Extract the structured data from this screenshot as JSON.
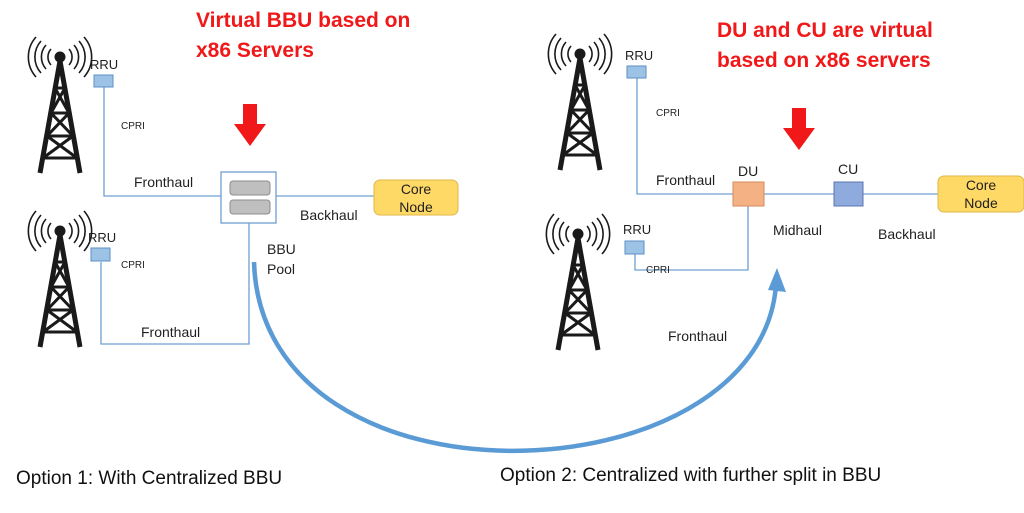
{
  "option1": {
    "title_line1": "Virtual BBU based on",
    "title_line2": "x86 Servers",
    "rru_top": "RRU",
    "rru_bottom": "RRU",
    "cpri_top": "CPRI",
    "cpri_bottom": "CPRI",
    "fronthaul_top": "Fronthaul",
    "fronthaul_bottom": "Fronthaul",
    "backhaul": "Backhaul",
    "core_node_line1": "Core",
    "core_node_line2": "Node",
    "bbu_pool_line1": "BBU",
    "bbu_pool_line2": "Pool",
    "caption": "Option 1: With Centralized BBU"
  },
  "option2": {
    "title_line1": "DU and CU are virtual",
    "title_line2": "based on x86 servers",
    "rru_top": "RRU",
    "rru_bottom": "RRU",
    "cpri_top": "CPRI",
    "cpri_bottom": "CPRI",
    "fronthaul_top": "Fronthaul",
    "fronthaul_bottom": "Fronthaul",
    "du": "DU",
    "cu": "CU",
    "midhaul": "Midhaul",
    "backhaul": "Backhaul",
    "core_node_line1": "Core",
    "core_node_line2": "Node",
    "caption": "Option 2: Centralized with further split in BBU"
  },
  "colors": {
    "title_red": "#f01818",
    "link_line": "#6f9fd0",
    "rru_fill": "#9cc3e6",
    "core_fill": "#ffd966",
    "du_fill": "#f4b183",
    "cu_fill": "#8faadc",
    "curve_arrow": "#5b9bd5",
    "tower": "#1a1a1a"
  }
}
